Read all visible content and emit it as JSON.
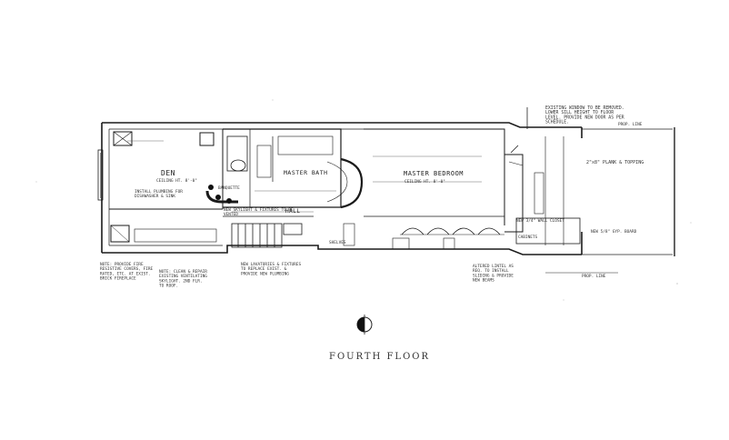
{
  "plan_title": "FOURTH FLOOR",
  "rooms": {
    "den": "DEN",
    "master_bath": "MASTER BATH",
    "master_bedroom": "MASTER BEDROOM",
    "hall": "HALL",
    "shelves": "SHELVES",
    "cabinets": "CABINETS",
    "banquette": "BANQUETTE"
  },
  "notes": {
    "window_note": "EXISTING WINDOW TO BE REMOVED. LOWER SILL HEIGHT TO FLOOR LEVEL. PROVIDE NEW DOOR AS PER SCHEDULE.",
    "planking": "2\"x8\" PLANK & TOPPING",
    "property_line_top": "PROP. LINE",
    "property_line_bottom": "PROP. LINE",
    "new_wall": "NEW 5/8\" GYP. BOARD",
    "new_closet": "NEW 3/4\" WALL CLOSET",
    "skylight_note": "NEW SKYLIGHT & FIXTURES TO BE VENTED",
    "den_note": "INSTALL PLUMBING FOR DISHWASHER & SINK",
    "bottom_left_note": "NOTE: PROVIDE FIRE RESISTIVE COVERS, FIRE RATED, ETC. AT EXIST. BRICK FIREPLACE",
    "bottom_mid_note": "NOTE: CLEAN & REPAIR EXISTING VENTILATING SKYLIGHT. 2ND FLR. TO ROOF.",
    "bottom_mid2_note": "NEW LAVATORIES & FIXTURES TO REPLACE EXIST. & PROVIDE NEW PLUMBING",
    "bottom_right_note": "ALTERED LINTEL AS REQ. TO INSTALL SLIDING & PROVIDE NEW BEAMS",
    "ceiling_den": "CEILING HT. 8'-0\"",
    "ceiling_bed": "CEILING HT. 8'-0\""
  }
}
